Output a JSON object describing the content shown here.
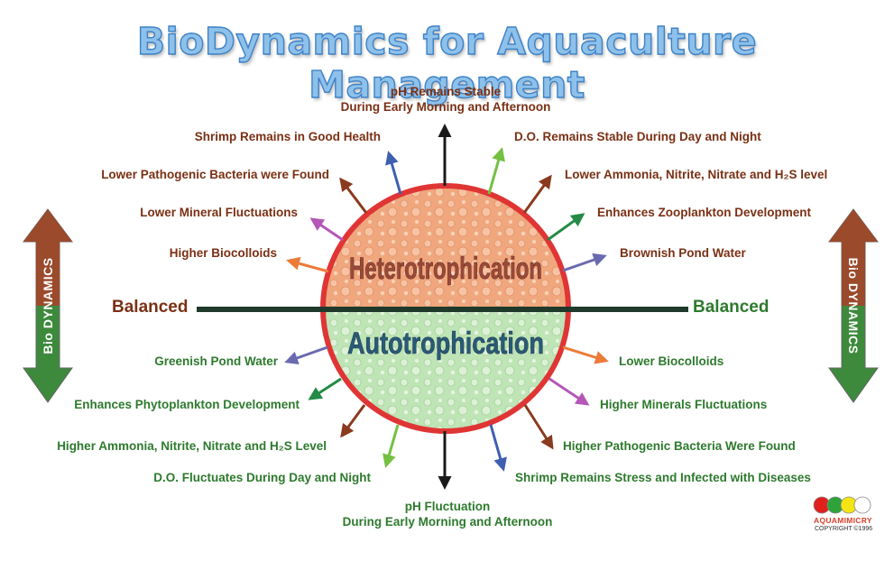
{
  "title": "BioDynamics for Aquaculture Management",
  "center": {
    "top_label": "Heterotrophication",
    "bottom_label": "Autotrophication"
  },
  "balanced": {
    "left": "Balanced",
    "right": "Balanced"
  },
  "side_arrows": {
    "left": "Bio DYNAMICS",
    "right": "Bio DYNAMICS"
  },
  "top_center": {
    "line1": "pH Remains Stable",
    "line2": "During Early Morning and Afternoon"
  },
  "bottom_center": {
    "line1": "pH Fluctuation",
    "line2": "During Early Morning and Afternoon"
  },
  "upper_left": [
    "Shrimp Remains in Good Health",
    "Lower Pathogenic Bacteria were Found",
    "Lower Mineral Fluctuations",
    "Higher Biocolloids"
  ],
  "upper_right": [
    "D.O. Remains Stable During Day and Night",
    "Lower Ammonia, Nitrite, Nitrate and H₂S level",
    "Enhances Zooplankton Development",
    "Brownish Pond Water"
  ],
  "lower_left": [
    "Greenish Pond Water",
    "Enhances Phytoplankton Development",
    "Higher Ammonia, Nitrite, Nitrate and H₂S Level",
    "D.O. Fluctuates During Day and Night"
  ],
  "lower_right": [
    "Lower Biocolloids",
    "Higher Minerals Fluctuations",
    "Higher Pathogenic Bacteria Were Found",
    "Shrimp Remains Stress and Infected with Diseases"
  ],
  "logo": {
    "name": "AQUAMIMICRY",
    "copyright": "COPYRIGHT ©1996"
  },
  "colors": {
    "brown": "#7a3014",
    "green": "#2d7a2d",
    "circle_border": "#e03535",
    "top_fill": "#f0a77e",
    "bottom_fill": "#bfe4b6",
    "title_fill": "#8ec1ea"
  }
}
